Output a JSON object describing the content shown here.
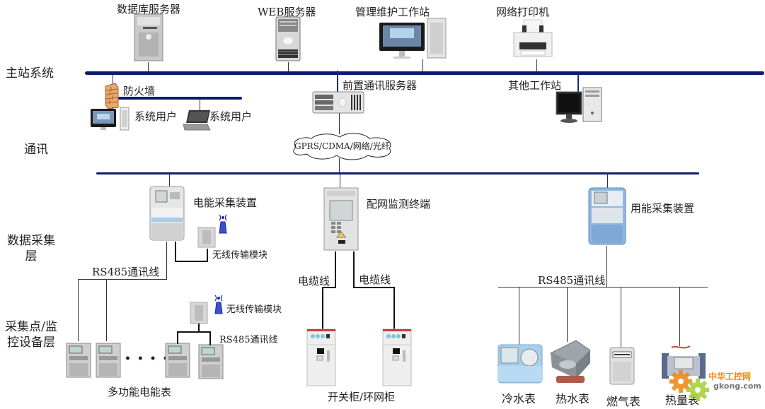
{
  "layers": {
    "master": "主站系统",
    "comm": "通讯",
    "acquisition": "数据采集层",
    "acquisition_line1": "数据采集",
    "acquisition_line2": "层",
    "points_line1": "采集点/监",
    "points_line2": "控设备层"
  },
  "master_nodes": {
    "db_server": "数据库服务器",
    "web_server": "WEB服务器",
    "mgmt_station": "管理维护工作站",
    "printer": "网络打印机",
    "firewall": "防火墙",
    "system_user_1": "系统用户",
    "system_user_2": "系统用户",
    "front_comm_server": "前置通讯服务器",
    "other_station": "其他工作站"
  },
  "comm": {
    "cloud": "GPRS/CDMA/网络/光纤"
  },
  "acquisition_nodes": {
    "energy_collector": "电能采集装置",
    "wireless_module_1": "无线传输模块",
    "rs485_left": "RS485通讯线",
    "dist_terminal": "配网监测终端",
    "cable_1": "电缆线",
    "cable_2": "电缆线",
    "usage_collector": "用能采集装置",
    "rs485_right": "RS485通讯线"
  },
  "field_devices": {
    "wireless_module_2": "无线传输模块",
    "rs485_small": "RS485通讯线",
    "ellipsis": "• • • • •",
    "multi_meter": "多功能电能表",
    "switchgear": "开关柜/环网柜",
    "cold_water": "冷水表",
    "hot_water": "热水表",
    "gas": "燃气表",
    "heat": "热量表"
  },
  "watermark": {
    "cn": "中华工控网",
    "en": "gkong.com"
  },
  "colors": {
    "bus": "#0d1b6e",
    "wire": "#333333",
    "watermark_orange": "#f08a1c",
    "watermark_green": "#a8d23a"
  }
}
